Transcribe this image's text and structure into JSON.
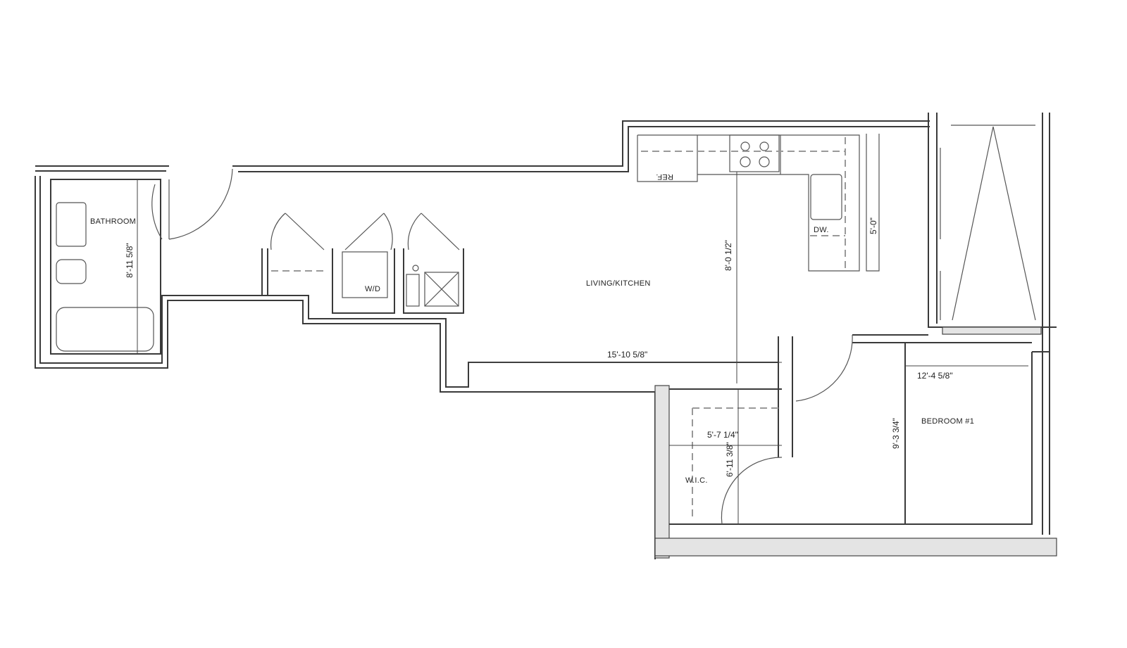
{
  "rooms": {
    "bathroom": "BATHROOM",
    "living_kitchen": "LIVING/KITCHEN",
    "bedroom": "BEDROOM #1",
    "wic": "W.I.C.",
    "washer_dryer": "W/D",
    "refrigerator": "REF.",
    "dishwasher": "DW."
  },
  "dimensions": {
    "bathroom_length": "8'-11 5/8\"",
    "living_width": "15'-10 5/8\"",
    "living_depth": "8'-0 1/2\"",
    "kitchen_counter": "5'-0\"",
    "bedroom_width": "12'-4 5/8\"",
    "bedroom_depth": "9'-3 3/4\"",
    "wic_width": "5'-7 1/4\"",
    "wic_depth": "6'-11 3/8\""
  },
  "colors": {
    "line": "#3a3a3a",
    "background": "#ffffff",
    "hatch": "#e4e4e4"
  }
}
